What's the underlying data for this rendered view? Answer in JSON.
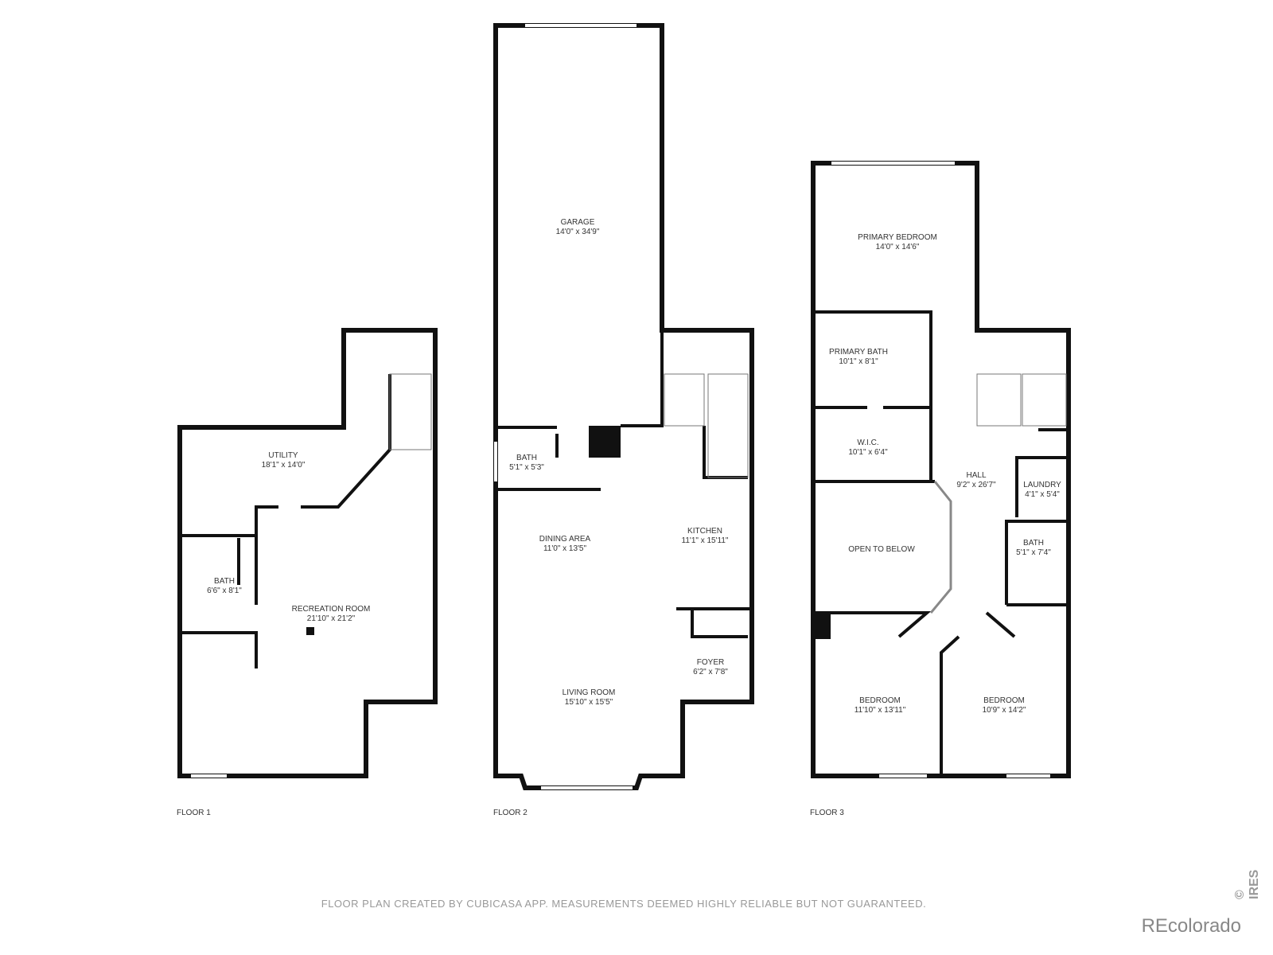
{
  "floors": [
    {
      "label": "FLOOR 1",
      "rooms": [
        {
          "name": "UTILITY",
          "dims": "18'1\" x 14'0\""
        },
        {
          "name": "BATH",
          "dims": "6'6\" x 8'1\""
        },
        {
          "name": "RECREATION ROOM",
          "dims": "21'10\" x 21'2\""
        }
      ]
    },
    {
      "label": "FLOOR 2",
      "rooms": [
        {
          "name": "GARAGE",
          "dims": "14'0\" x 34'9\""
        },
        {
          "name": "BATH",
          "dims": "5'1\" x 5'3\""
        },
        {
          "name": "DINING AREA",
          "dims": "11'0\" x 13'5\""
        },
        {
          "name": "KITCHEN",
          "dims": "11'1\" x 15'11\""
        },
        {
          "name": "FOYER",
          "dims": "6'2\" x 7'8\""
        },
        {
          "name": "LIVING ROOM",
          "dims": "15'10\" x 15'5\""
        }
      ]
    },
    {
      "label": "FLOOR 3",
      "rooms": [
        {
          "name": "PRIMARY BEDROOM",
          "dims": "14'0\" x 14'6\""
        },
        {
          "name": "PRIMARY BATH",
          "dims": "10'1\" x 8'1\""
        },
        {
          "name": "W.I.C.",
          "dims": "10'1\" x 6'4\""
        },
        {
          "name": "HALL",
          "dims": "9'2\" x 26'7\""
        },
        {
          "name": "LAUNDRY",
          "dims": "4'1\" x 5'4\""
        },
        {
          "name": "OPEN TO BELOW",
          "dims": ""
        },
        {
          "name": "BATH",
          "dims": "5'1\" x 7'4\""
        },
        {
          "name": "BEDROOM",
          "dims": "11'10\" x 13'11\""
        },
        {
          "name": "BEDROOM",
          "dims": "10'9\" x 14'2\""
        }
      ]
    }
  ],
  "disclaimer": "FLOOR PLAN CREATED BY CUBICASA APP. MEASUREMENTS DEEMED HIGHLY RELIABLE BUT NOT GUARANTEED.",
  "brand": "REcolorado",
  "watermark": "© IRES"
}
